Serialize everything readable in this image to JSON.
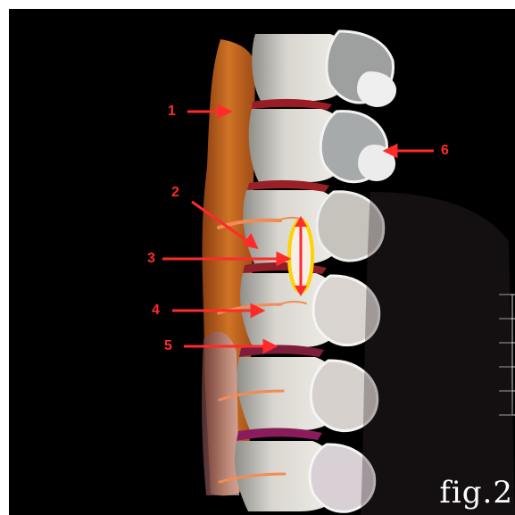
{
  "image": {
    "figure_label": "fig.2",
    "annotations": [
      {
        "label": "1"
      },
      {
        "label": "2"
      },
      {
        "label": "3"
      },
      {
        "label": "4"
      },
      {
        "label": "5"
      },
      {
        "label": "6"
      }
    ]
  },
  "colors": {
    "annotation_red": "#ff2a2a",
    "highlight_yellow": "#ffd200",
    "background": "#000000"
  }
}
